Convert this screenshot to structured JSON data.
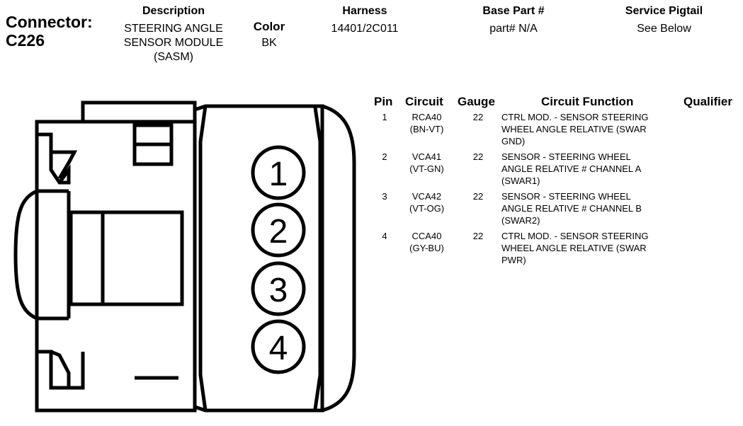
{
  "header": {
    "connector_label": "Connector:",
    "connector_id": "C226",
    "description": {
      "label": "Description",
      "lines": [
        "STEERING ANGLE",
        "SENSOR MODULE",
        "(SASM)"
      ]
    },
    "color": {
      "label": "Color",
      "value": "BK"
    },
    "harness": {
      "label": "Harness",
      "value": "14401/2C011"
    },
    "base_part": {
      "label": "Base Part #",
      "value": "part# N/A"
    },
    "service_pigtail": {
      "label": "Service Pigtail",
      "value": "See Below"
    }
  },
  "table": {
    "columns": [
      "Pin",
      "Circuit",
      "Gauge",
      "Circuit Function",
      "Qualifier"
    ],
    "rows": [
      {
        "pin": "1",
        "circuit": [
          "RCA40",
          "(BN-VT)"
        ],
        "gauge": "22",
        "function": [
          "CTRL MOD. - SENSOR STEERING",
          "WHEEL ANGLE RELATIVE (SWAR",
          "GND)"
        ]
      },
      {
        "pin": "2",
        "circuit": [
          "VCA41",
          "(VT-GN)"
        ],
        "gauge": "22",
        "function": [
          "SENSOR - STEERING WHEEL",
          "ANGLE RELATIVE # CHANNEL A",
          "(SWAR1)"
        ]
      },
      {
        "pin": "3",
        "circuit": [
          "VCA42",
          "(VT-OG)"
        ],
        "gauge": "22",
        "function": [
          "SENSOR - STEERING WHEEL",
          "ANGLE RELATIVE # CHANNEL B",
          "(SWAR2)"
        ]
      },
      {
        "pin": "4",
        "circuit": [
          "CCA40",
          "(GY-BU)"
        ],
        "gauge": "22",
        "function": [
          "CTRL MOD. - SENSOR STEERING",
          "WHEEL ANGLE RELATIVE (SWAR",
          "PWR)"
        ]
      }
    ]
  },
  "diagram": {
    "pin_labels": [
      "1",
      "2",
      "3",
      "4"
    ]
  }
}
